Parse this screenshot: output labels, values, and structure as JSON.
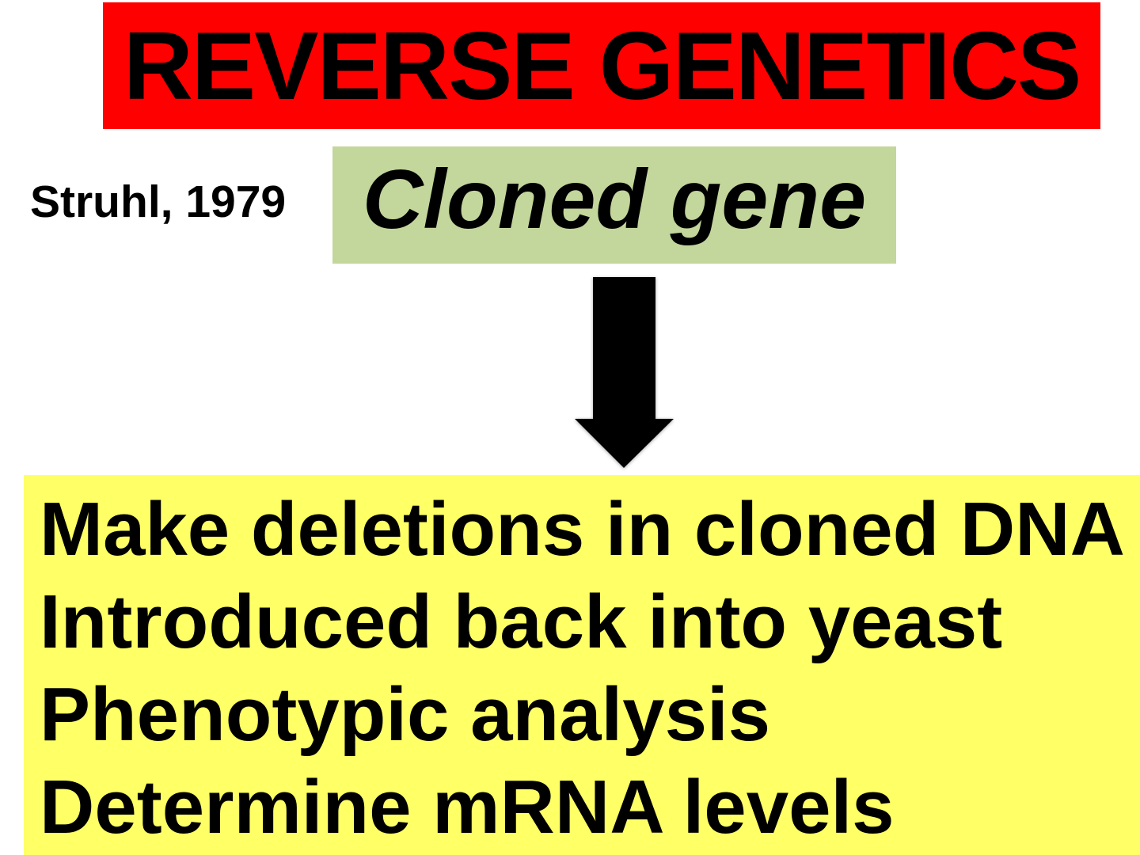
{
  "slide": {
    "title": "REVERSE GENETICS",
    "attribution": "Struhl, 1979",
    "gene_box_label": "Cloned gene",
    "steps": [
      "Make deletions in cloned DNA",
      "Introduced back into yeast",
      "Phenotypic analysis",
      "Determine mRNA levels"
    ]
  },
  "icons": {
    "down_arrow": "down-arrow"
  },
  "colors": {
    "canvas-bg": "#FFFFFF",
    "title-bg": "#FF0000",
    "gene-bg": "#C3D69B",
    "steps-bg": "#FFFF66",
    "arrow": "#000000",
    "text": "#000000"
  }
}
